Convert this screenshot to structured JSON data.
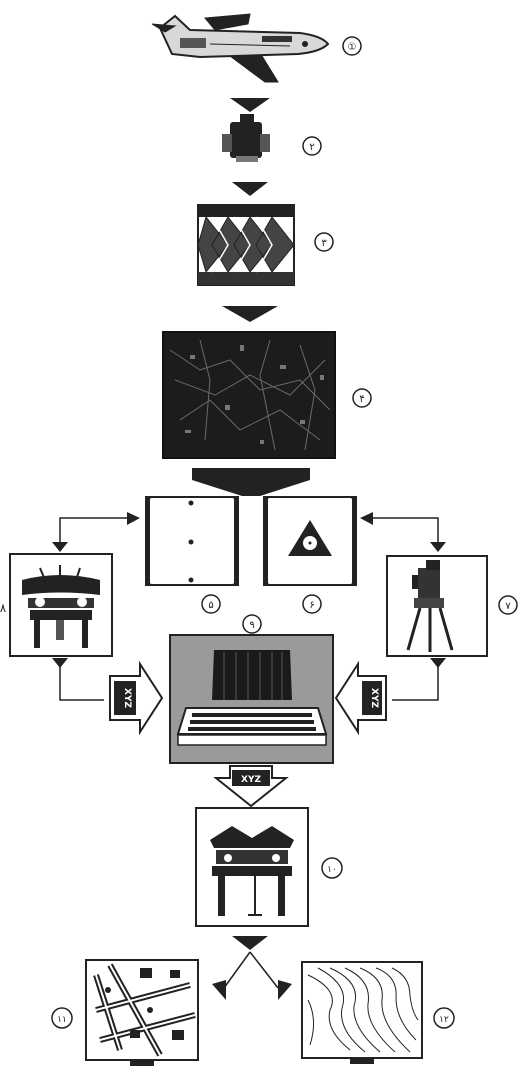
{
  "steps": [
    {
      "id": 1,
      "label": "①"
    },
    {
      "id": 2,
      "label": "۲"
    },
    {
      "id": 3,
      "label": "۳"
    },
    {
      "id": 4,
      "label": "۴"
    },
    {
      "id": 5,
      "label": "۵"
    },
    {
      "id": 6,
      "label": "۶"
    },
    {
      "id": 7,
      "label": "۷"
    },
    {
      "id": 8,
      "label": "۸"
    },
    {
      "id": 9,
      "label": "۹"
    },
    {
      "id": 10,
      "label": "۱۰"
    },
    {
      "id": 11,
      "label": "۱۱"
    },
    {
      "id": 12,
      "label": "۱۲"
    }
  ],
  "arrow_text": {
    "left": "XYZ",
    "right": "XYZ",
    "bottom": "XYZ"
  },
  "icons": {
    "step1": "airplane-icon",
    "step2": "aerial-camera-icon",
    "step3": "overlapping-photos-icon",
    "step4": "aerial-photograph-icon",
    "step5": "fiducial-marks-icon",
    "step6": "control-point-icon",
    "step7": "total-station-icon",
    "step8": "stereo-plotter-icon",
    "step9": "computer-icon",
    "step10": "stereo-plotter-icon",
    "step11": "planimetric-map-icon",
    "step12": "topographic-map-icon"
  }
}
